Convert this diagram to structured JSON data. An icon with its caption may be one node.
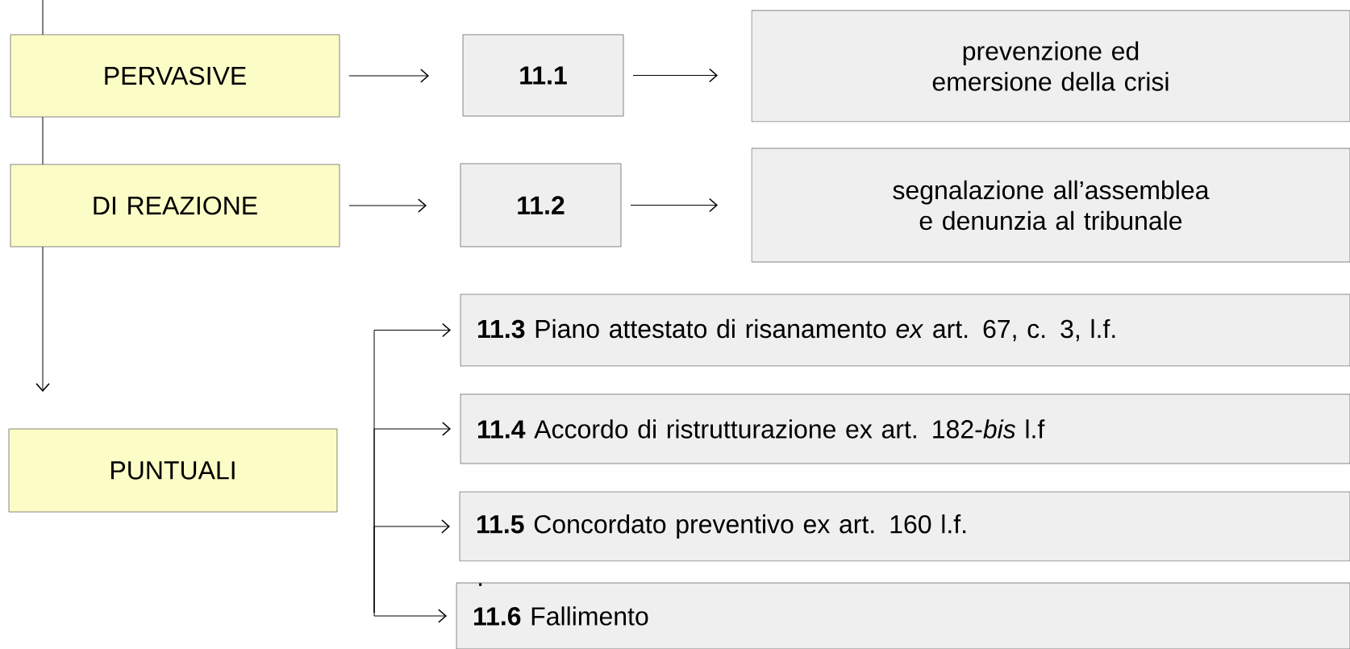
{
  "diagram": {
    "nodes": [
      {
        "text": [
          "PERVASIVE"
        ]
      },
      {
        "text": [
          "**11.1**"
        ]
      },
      {
        "text": [
          "prevenzione ed emersione della crisi"
        ]
      },
      {
        "text": [
          "DI REAZIONE"
        ]
      },
      {
        "text": [
          "**11.2**"
        ]
      },
      {
        "text": [
          "segnalazione all’assemblea e denunzia al tribunale"
        ]
      },
      {
        "text": [
          "PUNTUALI"
        ]
      },
      {
        "text": [
          "**11.3**  Piano attestato di risanamento *ex* art. 67, c. 3, l.f."
        ]
      },
      {
        "text": [
          "**11.4**  Accordo di ristrutturazione ex art. 182-*bis* l.f"
        ]
      },
      {
        "text": [
          "**11.5**  Concordato preventivo ex art. 160 l.f."
        ]
      },
      {
        "text": [
          "**11.6**  Fallimento"
        ]
      }
    ],
    "edges": [
      {
        "from": null,
        "to": 0,
        "arrow": "none"
      },
      {
        "from": 0,
        "to": 3,
        "arrow": "none"
      },
      {
        "from": 3,
        "to": 6,
        "arrow": "to"
      },
      {
        "from": 0,
        "to": 1,
        "arrow": "to"
      },
      {
        "from": 1,
        "to": 2,
        "arrow": "to"
      },
      {
        "from": 3,
        "to": 4,
        "arrow": "to"
      },
      {
        "from": 4,
        "to": 5,
        "arrow": "to"
      },
      {
        "from": null,
        "to": 7,
        "arrow": "to"
      },
      {
        "from": null,
        "to": 8,
        "arrow": "to"
      },
      {
        "from": null,
        "to": 9,
        "arrow": "to"
      },
      {
        "from": null,
        "to": 10,
        "arrow": "to"
      }
    ],
    "labels": [
      "."
    ]
  }
}
